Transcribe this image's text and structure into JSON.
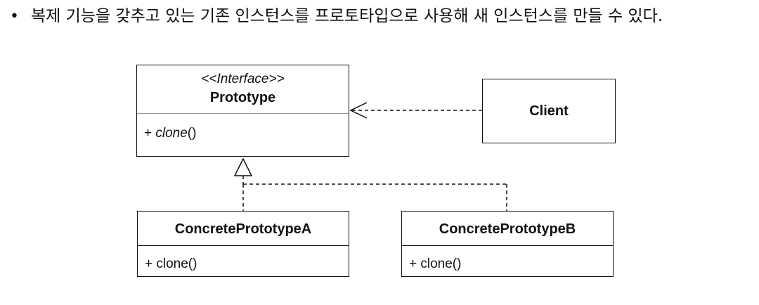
{
  "bullet": {
    "symbol": "•",
    "text": "복제 기능을 갖추고 있는 기존 인스턴스를 프로토타입으로 사용해 새 인스턴스를 만들 수 있다."
  },
  "diagram": {
    "prototype": {
      "stereotype": "<<Interface>>",
      "name": "Prototype",
      "method_prefix": "+ ",
      "method_name": "clone",
      "method_suffix": "()"
    },
    "client": {
      "name": "Client"
    },
    "concrete_a": {
      "name": "ConcretePrototypeA",
      "method": "+ clone()"
    },
    "concrete_b": {
      "name": "ConcretePrototypeB",
      "method": "+ clone()"
    }
  }
}
